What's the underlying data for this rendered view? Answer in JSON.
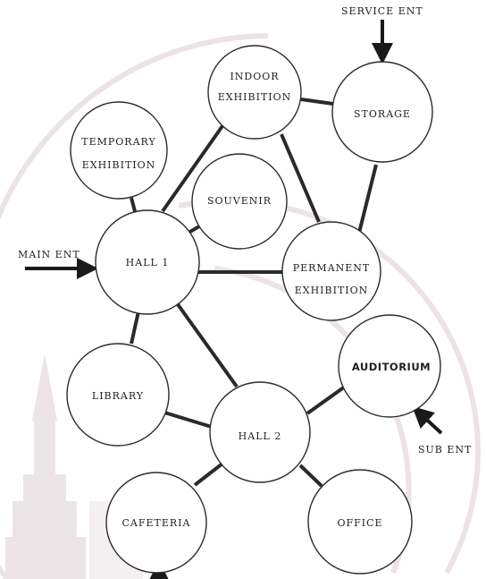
{
  "diagram": {
    "nodes": {
      "temporary_exhibition": {
        "line1": "TEMPORARY",
        "line2": "EXHIBITION"
      },
      "indoor_exhibition": {
        "line1": "INDOOR",
        "line2": "EXHIBITION"
      },
      "storage": {
        "line1": "STORAGE"
      },
      "souvenir": {
        "line1": "SOUVENIR"
      },
      "hall1": {
        "line1": "HALL 1"
      },
      "permanent_exhibition": {
        "line1": "PERMANENT",
        "line2": "EXHIBITION"
      },
      "library": {
        "line1": "LIBRARY"
      },
      "hall2": {
        "line1": "HALL 2"
      },
      "auditorium": {
        "line1": "AUDITORIUM"
      },
      "cafeteria": {
        "line1": "CAFETERIA"
      },
      "office": {
        "line1": "OFFICE"
      }
    },
    "entrances": {
      "service": "SERVICE ENT",
      "main": "MAIN ENT",
      "sub": "SUB ENT"
    },
    "connections": [
      [
        "temporary_exhibition",
        "hall1"
      ],
      [
        "hall1",
        "indoor_exhibition"
      ],
      [
        "hall1",
        "souvenir"
      ],
      [
        "hall1",
        "permanent_exhibition"
      ],
      [
        "indoor_exhibition",
        "storage"
      ],
      [
        "indoor_exhibition",
        "permanent_exhibition"
      ],
      [
        "storage",
        "permanent_exhibition"
      ],
      [
        "hall1",
        "library"
      ],
      [
        "hall1",
        "hall2"
      ],
      [
        "library",
        "hall2"
      ],
      [
        "hall2",
        "auditorium"
      ],
      [
        "hall2",
        "cafeteria"
      ],
      [
        "hall2",
        "office"
      ]
    ]
  }
}
